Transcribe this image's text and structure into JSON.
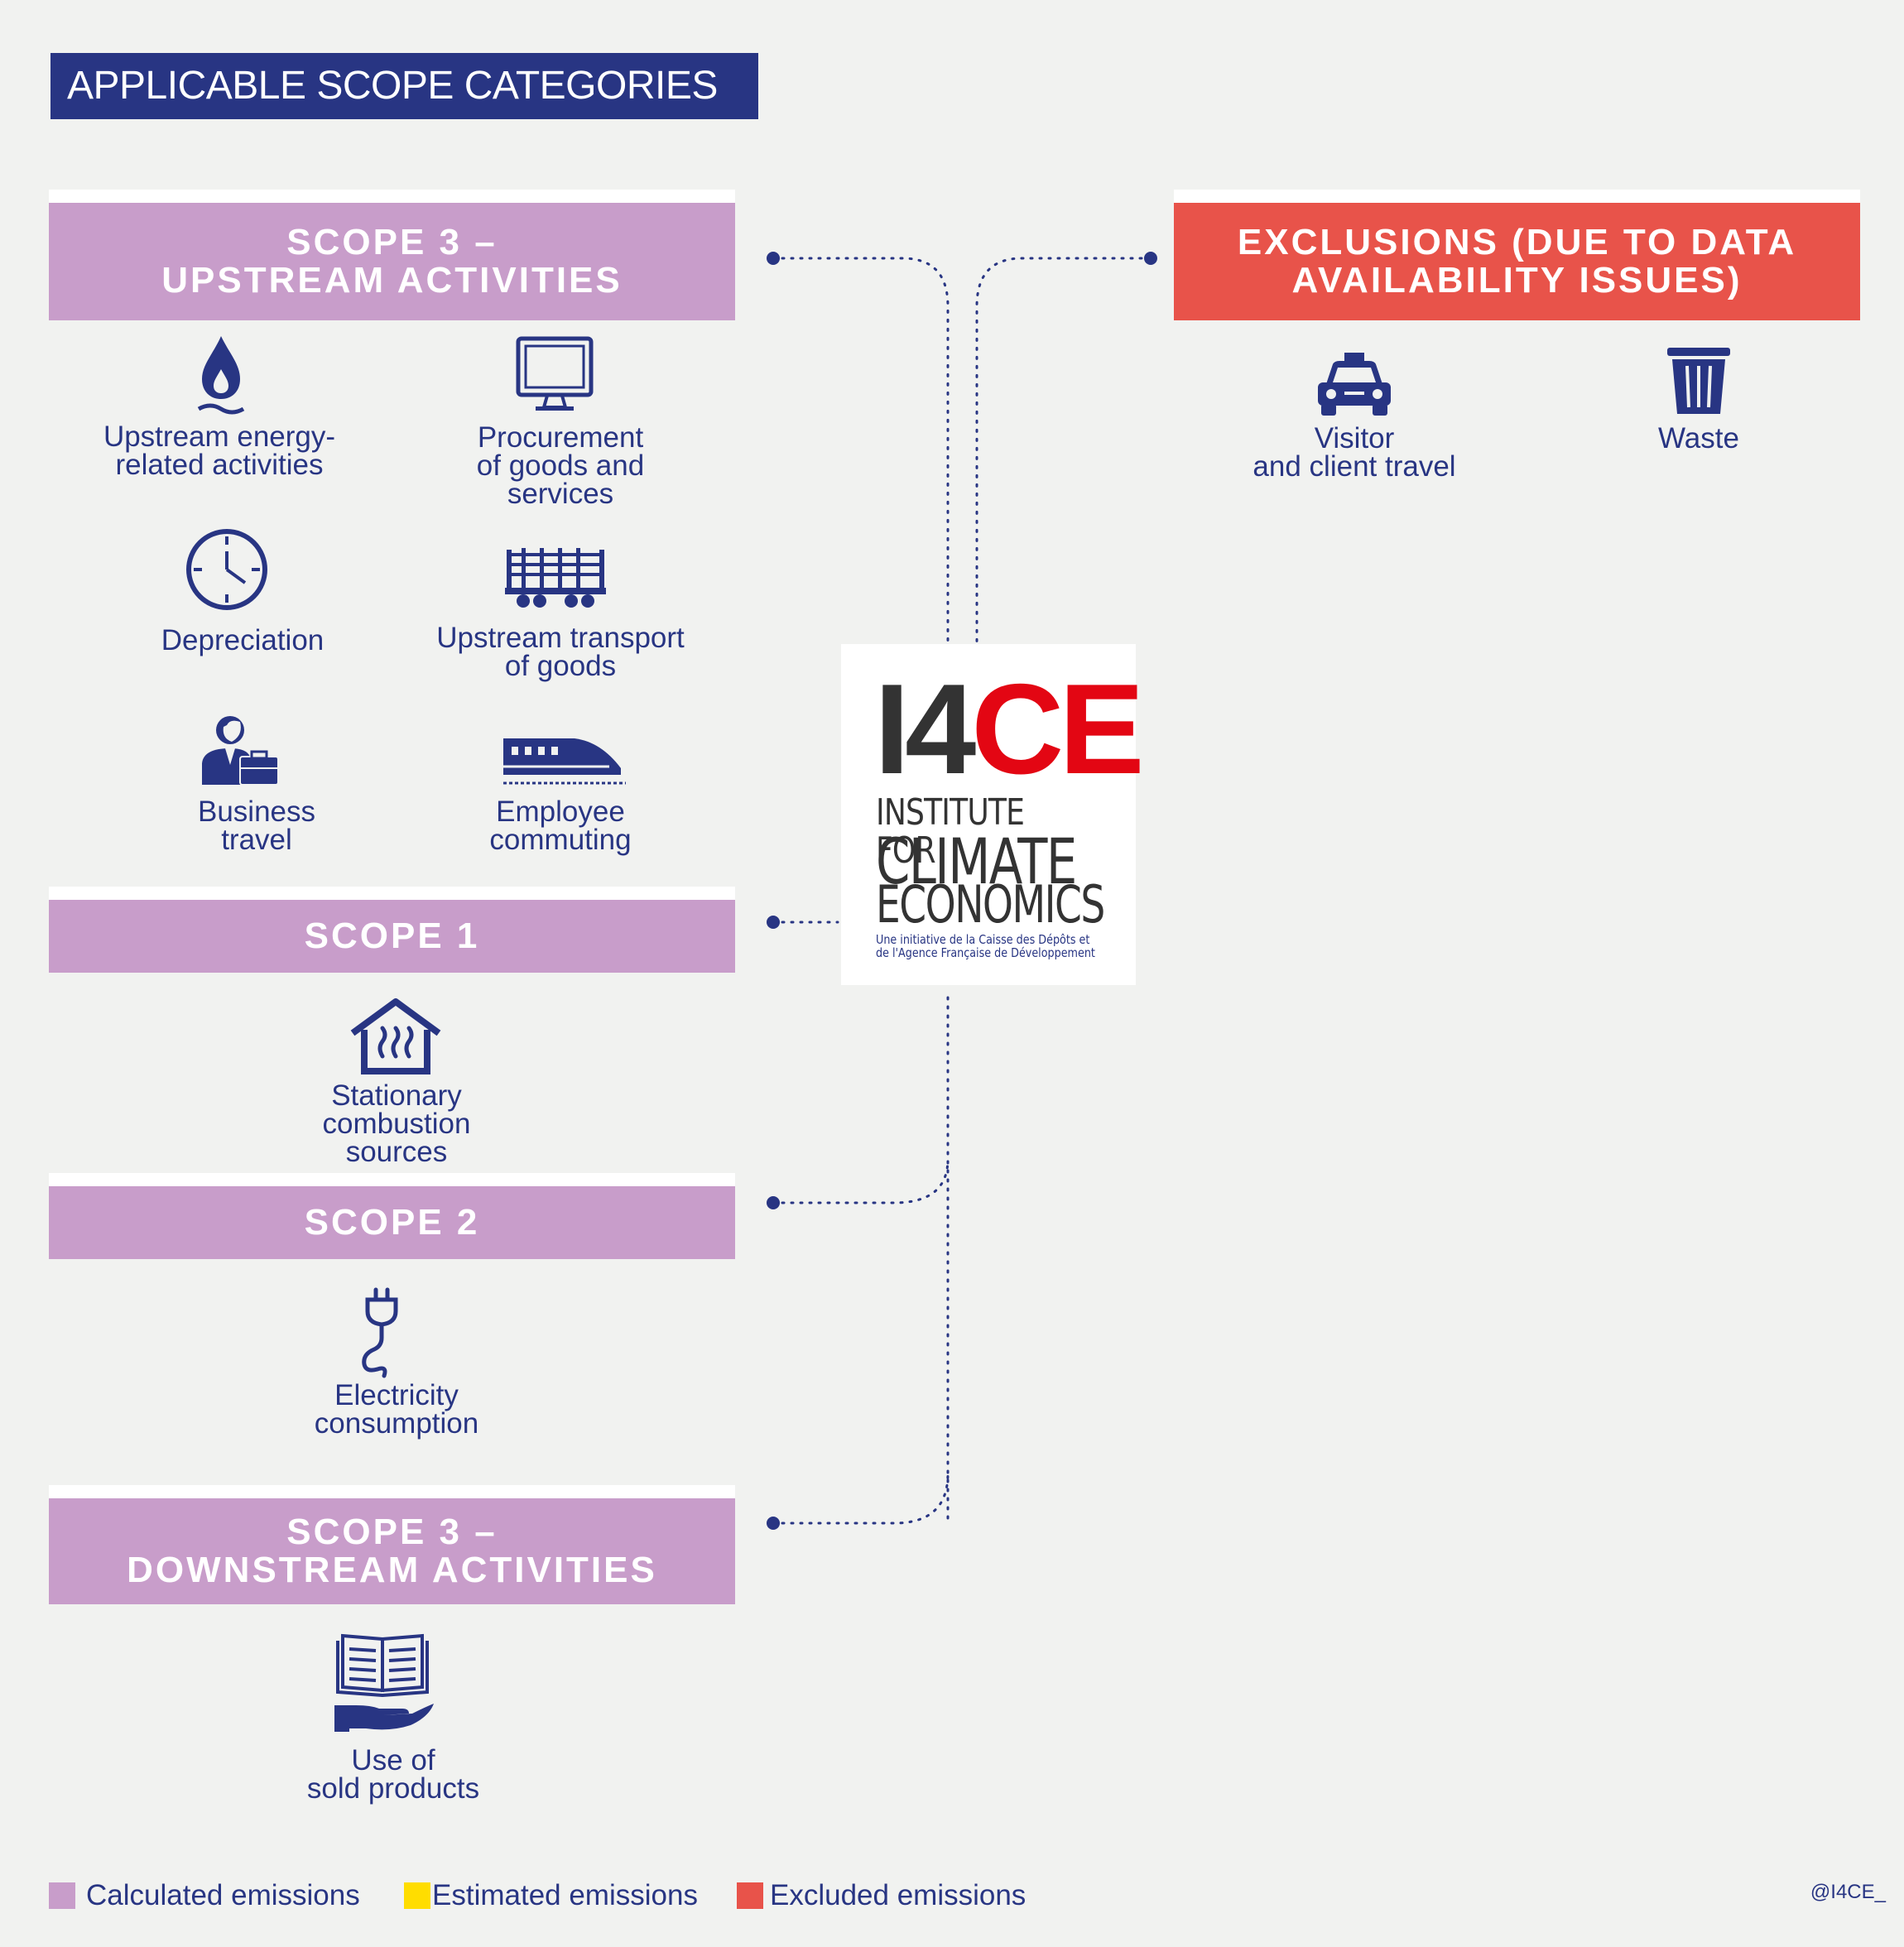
{
  "title": "APPLICABLE SCOPE CATEGORIES",
  "sections": {
    "scope3_up": {
      "title": [
        "SCOPE 3 –",
        "UPSTREAM ACTIVITIES"
      ],
      "items": [
        {
          "label": [
            "Upstream energy-",
            "related activities"
          ],
          "icon": "flame-icon"
        },
        {
          "label": [
            "Procurement",
            "of goods and",
            "services"
          ],
          "icon": "monitor-icon"
        },
        {
          "label": [
            "Depreciation"
          ],
          "icon": "clock-icon"
        },
        {
          "label": [
            "Upstream transport",
            "of goods"
          ],
          "icon": "freight-train-icon"
        },
        {
          "label": [
            "Business",
            "travel"
          ],
          "icon": "businessman-icon"
        },
        {
          "label": [
            "Employee",
            "commuting"
          ],
          "icon": "high-speed-train-icon"
        }
      ]
    },
    "scope1": {
      "title": [
        "SCOPE 1"
      ],
      "items": [
        {
          "label": [
            "Stationary",
            "combustion",
            "sources"
          ],
          "icon": "heated-house-icon"
        }
      ]
    },
    "scope2": {
      "title": [
        "SCOPE 2"
      ],
      "items": [
        {
          "label": [
            "Electricity",
            "consumption"
          ],
          "icon": "plug-icon"
        }
      ]
    },
    "scope3_down": {
      "title": [
        "SCOPE 3 –",
        "DOWNSTREAM ACTIVITIES"
      ],
      "items": [
        {
          "label": [
            "Use of",
            "sold products"
          ],
          "icon": "book-in-hand-icon"
        }
      ]
    },
    "exclusions": {
      "title": [
        "EXCLUSIONS (DUE TO DATA",
        "AVAILABILITY ISSUES)"
      ],
      "items": [
        {
          "label": [
            "Visitor",
            "and client travel"
          ],
          "icon": "taxi-icon"
        },
        {
          "label": [
            "Waste"
          ],
          "icon": "trash-bin-icon"
        }
      ]
    }
  },
  "logo": {
    "main_left": "I4",
    "main_right": "CE",
    "line1": "INSTITUTE FOR",
    "line2": "CLIMATE",
    "line3": "ECONOMICS",
    "tagline1": "Une initiative de la Caisse des Dépôts et",
    "tagline2": "de l'Agence Française de Développement"
  },
  "legend": [
    {
      "label": "Calculated emissions",
      "color": "#c89dca"
    },
    {
      "label": "Estimated emissions",
      "color": "#ffdd00"
    },
    {
      "label": "Excluded emissions",
      "color": "#e8534a"
    }
  ],
  "credit": "@I4CE_",
  "colors": {
    "navy": "#283583",
    "lilac": "#c89dca",
    "red": "#e8534a",
    "logo_red": "#e30613"
  }
}
